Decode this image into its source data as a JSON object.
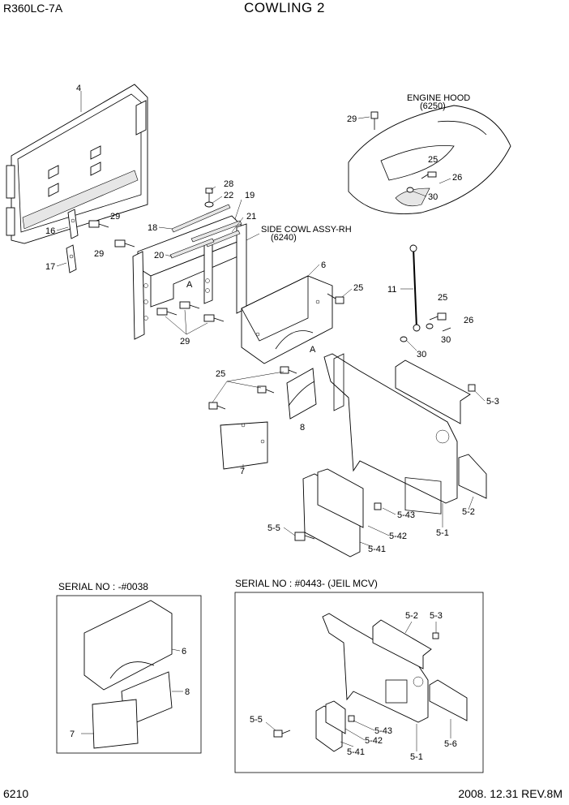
{
  "header": {
    "model": "R360LC-7A",
    "title": "COWLING 2"
  },
  "footer": {
    "page": "6210",
    "date_rev": "2008. 12.31  REV.8M"
  },
  "notes": {
    "engine_hood": "ENGINE HOOD",
    "engine_hood_ref": "(6250)",
    "side_cowl": "SIDE COWL ASSY-RH",
    "side_cowl_ref": "(6240)",
    "view_a": "A"
  },
  "serial_boxes": {
    "left": "SERIAL NO : -#0038",
    "right": "SERIAL NO : #0443- (JEIL MCV)"
  },
  "callouts": {
    "c4": "4",
    "c16": "16",
    "c17": "17",
    "c29a": "29",
    "c29b": "29",
    "c29c": "29",
    "c29d": "29",
    "c28": "28",
    "c22": "22",
    "c19": "19",
    "c18": "18",
    "c21": "21",
    "c20": "20",
    "c6": "6",
    "c25a": "25",
    "c25b": "25",
    "c25c": "25",
    "c26a": "26",
    "c26b": "26",
    "c30a": "30",
    "c30b": "30",
    "c11": "11",
    "c8": "8",
    "c7": "7",
    "c5_3": "5-3",
    "c5_2": "5-2",
    "c5_1": "5-1",
    "c5_43": "5-43",
    "c5_42": "5-42",
    "c5_41": "5-41",
    "c5_5": "5-5",
    "l6": "6",
    "l8": "8",
    "l7": "7",
    "r5_2": "5-2",
    "r5_3": "5-3",
    "r5_5": "5-5",
    "r5_43": "5-43",
    "r5_42": "5-42",
    "r5_41": "5-41",
    "r5_1": "5-1",
    "r5_6": "5-6"
  }
}
